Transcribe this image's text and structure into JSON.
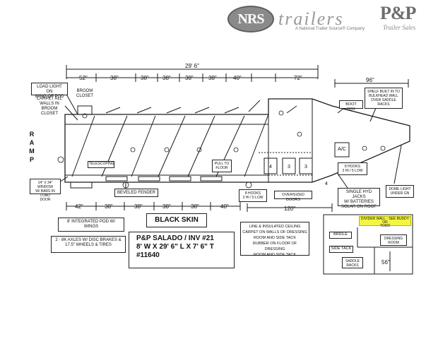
{
  "logo": {
    "nrs": "NRS",
    "trailers": "trailers",
    "tagline": "A National Trailer Source® Company",
    "pp": "P&P",
    "pp_sub": "Trailer Sales"
  },
  "dimensions": {
    "overall_top": "29' 6\"",
    "top_segments": [
      "52\"",
      "38\"",
      "38\"",
      "38\"",
      "38\"",
      "38\"",
      "40\"",
      "72\""
    ],
    "nose": "96\"",
    "bottom_segments": [
      "42\"",
      "38\"",
      "38\"",
      "38\"",
      "38\"",
      "40\""
    ],
    "bottom_right": "120\""
  },
  "labels": {
    "load_light": "LOAD LIGHT ON\nWING OF POD",
    "carpet_walls": "CARPET ALL\nWALLS IN BROOM\nCLOSET",
    "broom_closet": "BROOM\nCLOSET",
    "ramp": "R\nA\nM\nP",
    "window": "14\" X 34\" WINDOW\nW/ BARS IN LOAD\nDOOR",
    "telescoping": "TELESCOPING",
    "beveled_fender": "BEVELED FENDER",
    "pull_to_floor": "PULL TO\nFLOOR",
    "hooks_bottom": "8 HOOKS\n3 HI / 5 LOW",
    "oversized_doors": "OVERSIZED DOORS",
    "boot_box": "BOOT BOX",
    "shelf": "SHELF BUILT IN TO\nBULKHEAD WALL\nOVER SADDLE\nRACKS",
    "ac": "A/C",
    "hooks_right": "8 HOOKS\n3 HI / 5 LOW",
    "jacks": "SINGLE HYD JACKS\nW/ BATTERIES\nSOLAR ON ROOF",
    "dome_light": "DOME LIGHT\nUNDER GN",
    "integrated_pod": "8' INTEGRATED POD W/\nWINGS",
    "axles": "2 - 8K AXLES W/ DISC BRAKES &\n17.5\" WHEELS & TIRES",
    "black_skin": "BLACK SKIN",
    "liner": "LINE & INSULATED CEILING\nCARPET ON WALLS OF DRESSING\nROOM AND SIDE TACK\nRUBBER ON FLOOR OF DRESSING\nROOM AND SIDE TACK",
    "divider_wall": "DIVIDER WALL - SEE BUDDY OR\nTODD",
    "bridle": "BRIDLE",
    "dressing_room": "DRESSING\nROOM",
    "side_tack": "SIDE TACK",
    "saddle_racks": "SADDLE\nRACKS",
    "inset_dim": "56\"",
    "saddle_numbers": [
      "4",
      "3",
      "3",
      "4"
    ]
  },
  "title": {
    "line1": "P&P SALADO /  INV #21",
    "line2": "8' W X 29' 6\" L X 7' 6\" T",
    "line3": "#11640"
  },
  "colors": {
    "highlight": "#f3f542",
    "line": "#1a1a1a",
    "logo_gray": "#8a8a8a"
  }
}
